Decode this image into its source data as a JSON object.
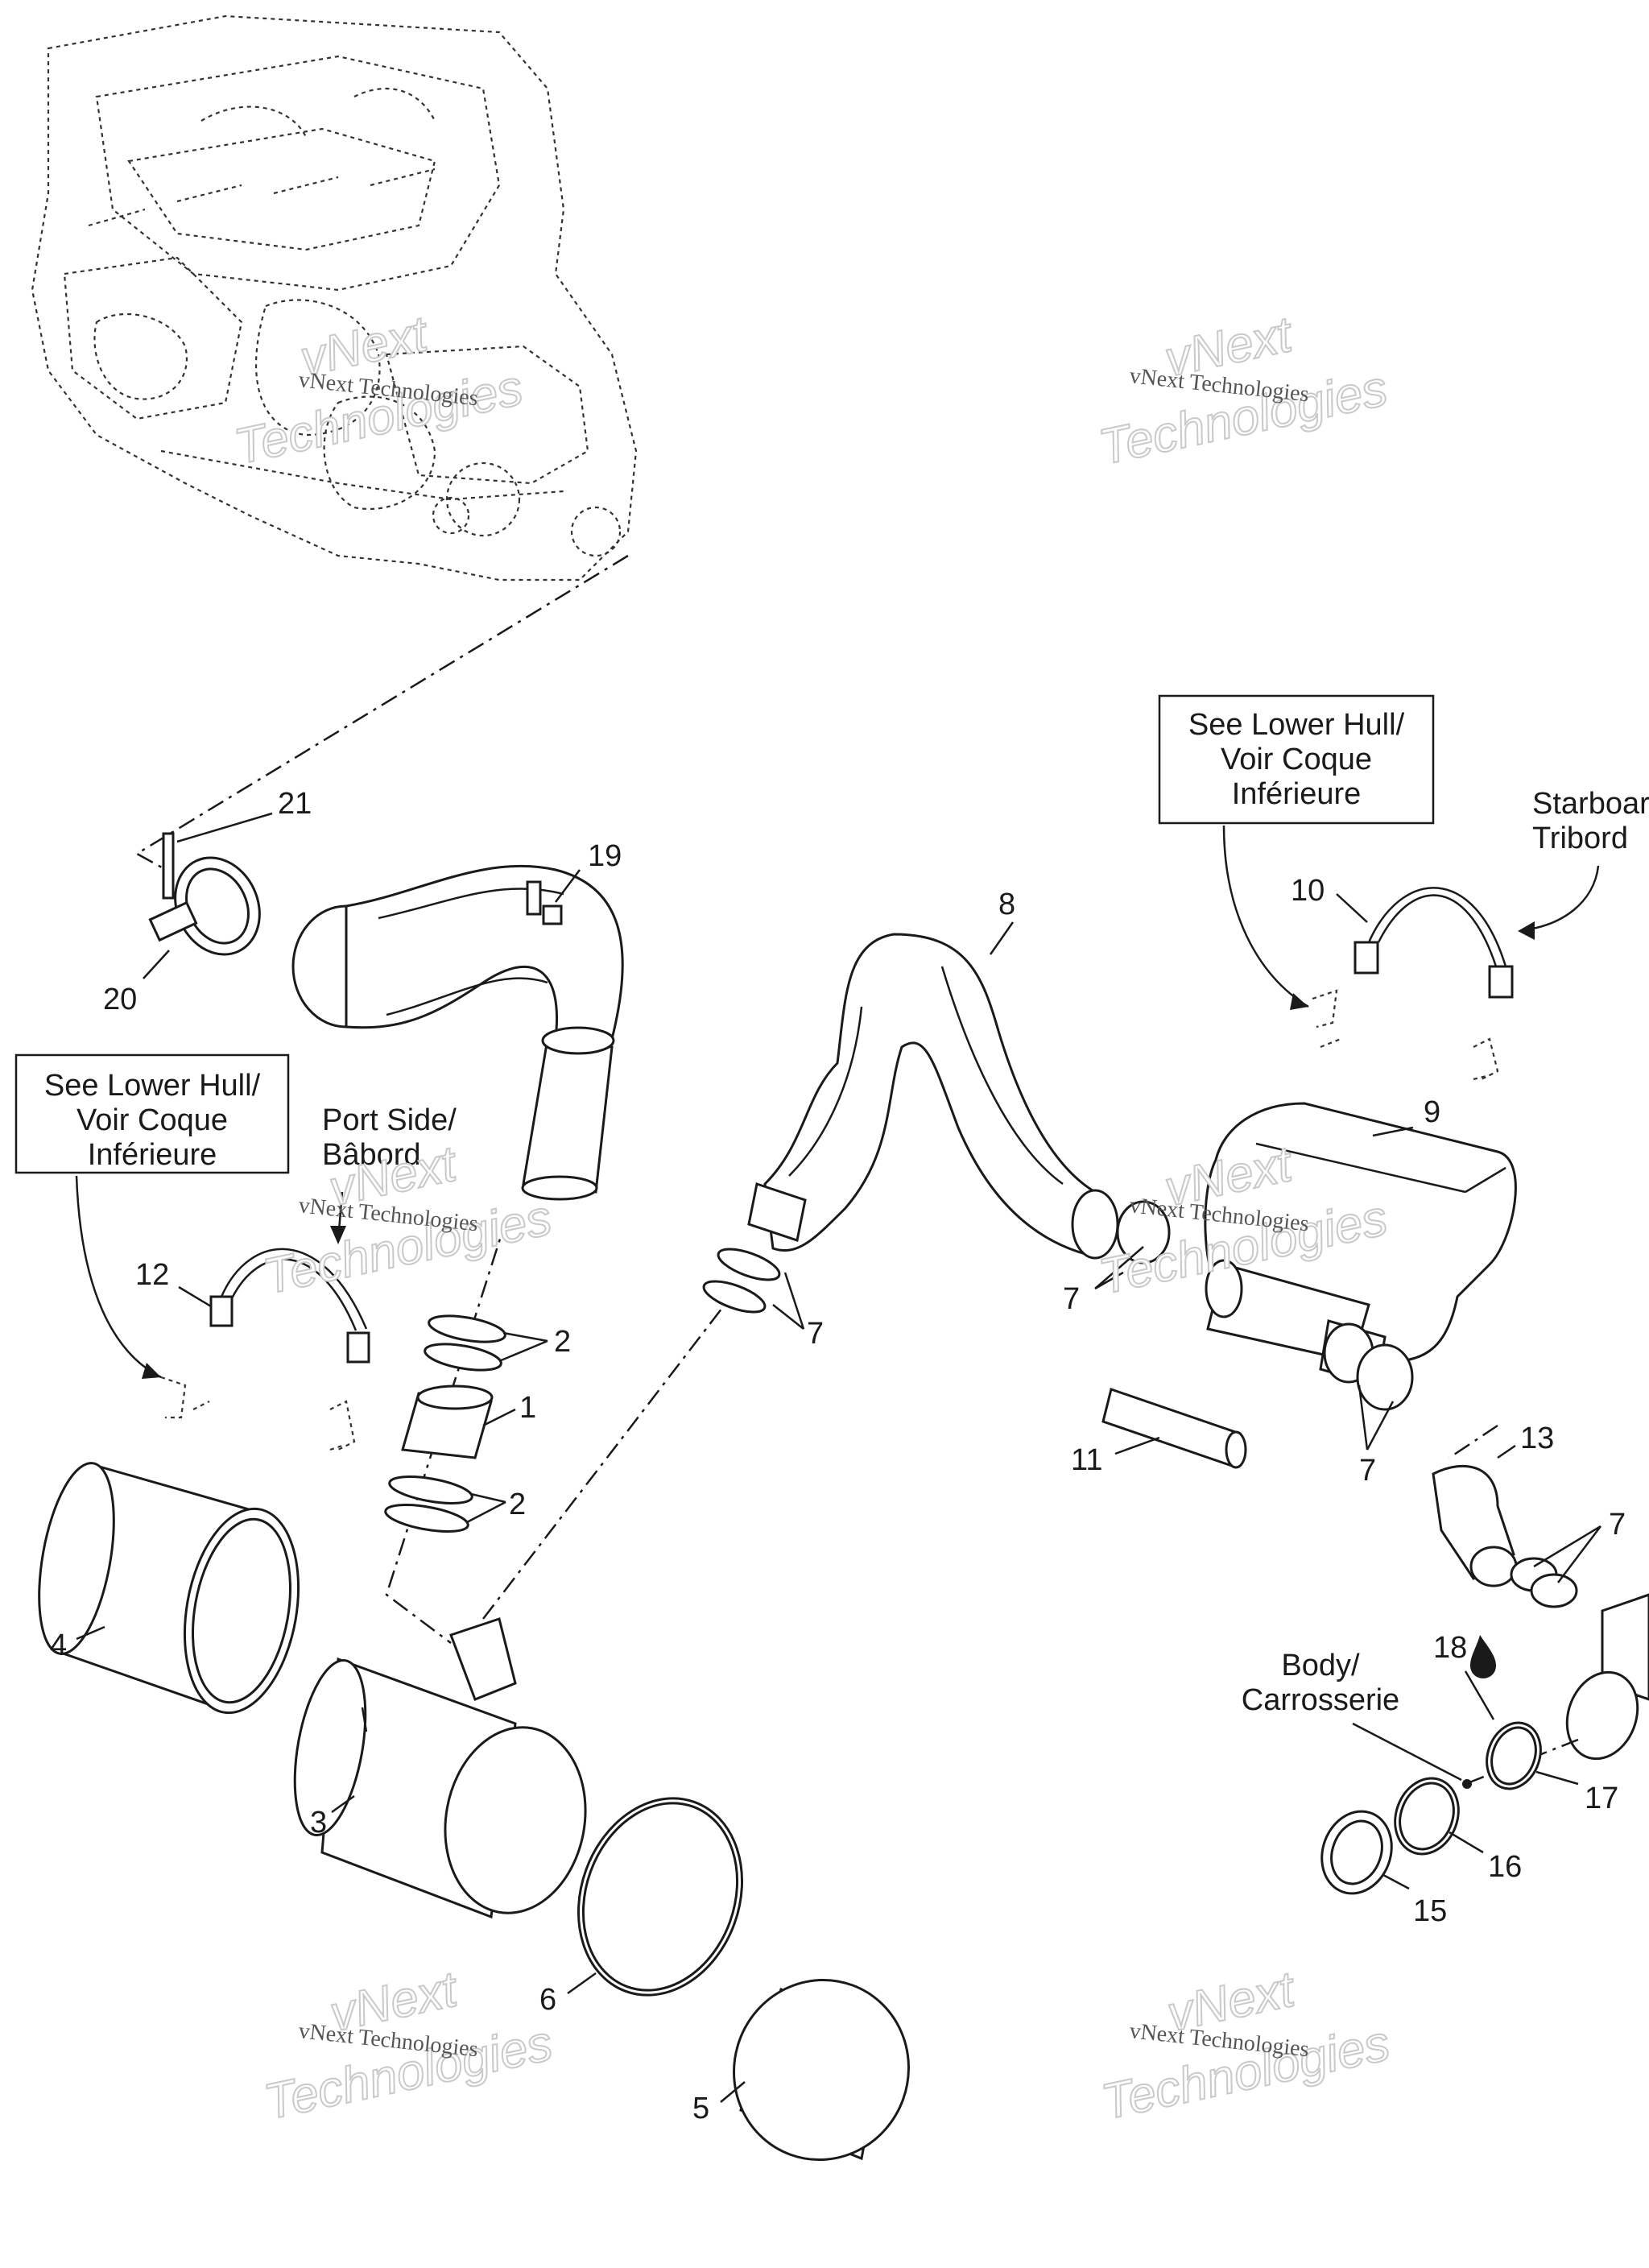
{
  "callouts": {
    "c1": "1",
    "c2a": "2",
    "c2b": "2",
    "c3": "3",
    "c4": "4",
    "c5": "5",
    "c6": "6",
    "c7a": "7",
    "c7b": "7",
    "c7c": "7",
    "c7d": "7",
    "c8": "8",
    "c9": "9",
    "c10": "10",
    "c11": "11",
    "c12": "12",
    "c13": "13",
    "c15": "15",
    "c16": "16",
    "c17": "17",
    "c18": "18",
    "c19": "19",
    "c20": "20",
    "c21": "21"
  },
  "notes": {
    "lower_hull_left": [
      "See Lower Hull/",
      "Voir Coque",
      "Inférieure"
    ],
    "lower_hull_right": [
      "See Lower Hull/",
      "Voir Coque",
      "Inférieure"
    ],
    "port_side": [
      "Port Side/",
      "Bâbord"
    ],
    "starboard": [
      "Starboard/",
      "Tribord"
    ],
    "body": [
      "Body/",
      "Carrosserie"
    ]
  },
  "watermark": {
    "top": "vNext",
    "bottom": "Technologies",
    "small": "vNext Technologies"
  },
  "icons": {
    "lubricant_icon": "drop-icon"
  },
  "colors": {
    "line": "#1a1a1a",
    "watermark": "#c9c9c9",
    "background": "#ffffff"
  }
}
